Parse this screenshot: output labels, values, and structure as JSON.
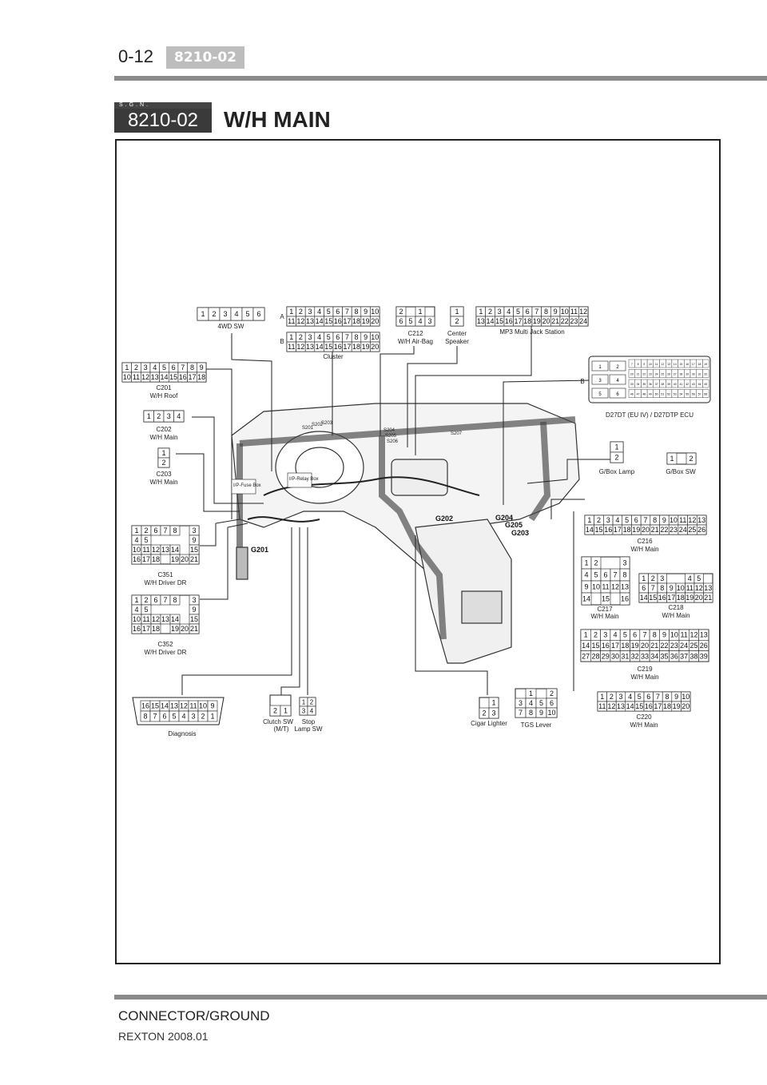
{
  "header": {
    "page_number": "0-12",
    "section_tag": "8210-02"
  },
  "title": {
    "sgn_label": "S.G.N.",
    "code": "8210-02",
    "name": "W/H MAIN"
  },
  "footer": {
    "label": "CONNECTOR/GROUND",
    "model": "REXTON 2008.01"
  },
  "connectors": {
    "c_4wd": {
      "name": "4WD SW"
    },
    "c_cluster": {
      "name": "Cluster",
      "row_a": "A",
      "row_b": "B"
    },
    "c_c212": {
      "code": "C212",
      "name": "W/H Air-Bag"
    },
    "c_center": {
      "line1": "Center",
      "line2": "Speaker"
    },
    "c_mp3": {
      "name": "MP3 Multi Jack Station"
    },
    "c_ecu": {
      "name": "D27DT (EU IV) / D27DTP ECU",
      "label_b": "B"
    },
    "c_c201": {
      "code": "C201",
      "name": "W/H Roof"
    },
    "c_c202": {
      "code": "C202",
      "name": "W/H Main"
    },
    "c_c203": {
      "code": "C203",
      "name": "W/H Main"
    },
    "c_glamp": {
      "name": "G/Box Lamp"
    },
    "c_gsw": {
      "name": "G/Box SW"
    },
    "c_c216": {
      "code": "C216",
      "name": "W/H Main"
    },
    "c_c351": {
      "code": "C351",
      "name": "W/H Driver DR"
    },
    "c_c352": {
      "code": "C352",
      "name": "W/H Driver DR"
    },
    "c_c217": {
      "code": "C217",
      "name": "W/H Main"
    },
    "c_c218": {
      "code": "C218",
      "name": "W/H Main"
    },
    "c_c219": {
      "code": "C219",
      "name": "W/H Main"
    },
    "c_diag": {
      "name": "Diagnosis"
    },
    "c_clutch": {
      "line1": "Clutch SW",
      "line2": "(M/T)"
    },
    "c_stop": {
      "line1": "Stop",
      "line2": "Lamp SW"
    },
    "c_cigar": {
      "name": "Cigar Lighter"
    },
    "c_tgs": {
      "name": "TGS Lever"
    },
    "c_c220": {
      "code": "C220",
      "name": "W/H Main"
    }
  },
  "labels": {
    "fuse_box": "I/P-Fuse Box",
    "relay_box": "I/P-Relay Box",
    "g201": "G201",
    "g202": "G202",
    "g203": "G203",
    "g204": "G204",
    "g205": "G205",
    "s201": "S201",
    "s202": "S202",
    "s203": "S203",
    "s204": "S204",
    "s205": "S205",
    "s206": "S206",
    "s207": "S207"
  }
}
